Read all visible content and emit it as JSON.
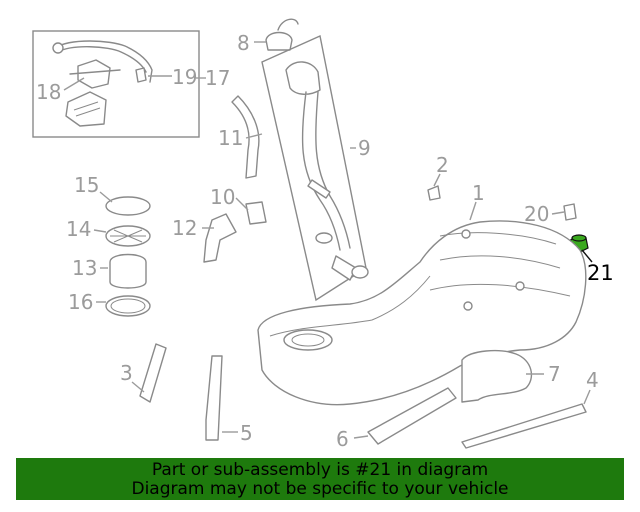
{
  "diagram": {
    "callouts": [
      "1",
      "2",
      "3",
      "4",
      "5",
      "6",
      "7",
      "8",
      "9",
      "10",
      "11",
      "12",
      "13",
      "14",
      "15",
      "16",
      "17",
      "18",
      "19",
      "20",
      "21"
    ],
    "highlighted": "21"
  },
  "banner": {
    "line1": "Part or sub-assembly is #21 in diagram",
    "line2": "Diagram may not be specific to your vehicle"
  }
}
